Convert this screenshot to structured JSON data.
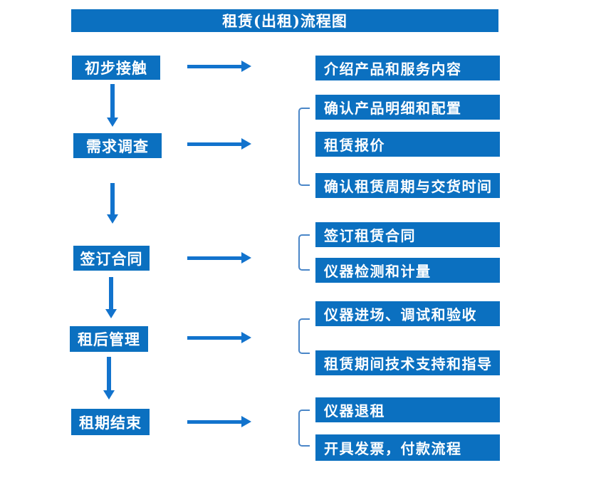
{
  "title": "租赁(出租)流程图",
  "colors": {
    "box": "#0b70c0",
    "arrow": "#1273cd",
    "bracket": "#4a86c8",
    "text": "#ffffff"
  },
  "steps": [
    {
      "label": "初步接触",
      "outputs": [
        "介绍产品和服务内容"
      ]
    },
    {
      "label": "需求调查",
      "outputs": [
        "确认产品明细和配置",
        "租赁报价",
        "确认租赁周期与交货时间"
      ]
    },
    {
      "label": "签订合同",
      "outputs": [
        "签订租赁合同",
        "仪器检测和计量"
      ]
    },
    {
      "label": "租后管理",
      "outputs": [
        "仪器进场、调试和验收",
        "租赁期间技术支持和指导"
      ]
    },
    {
      "label": "租期结束",
      "outputs": [
        "仪器退租",
        "开具发票，付款流程"
      ]
    }
  ]
}
